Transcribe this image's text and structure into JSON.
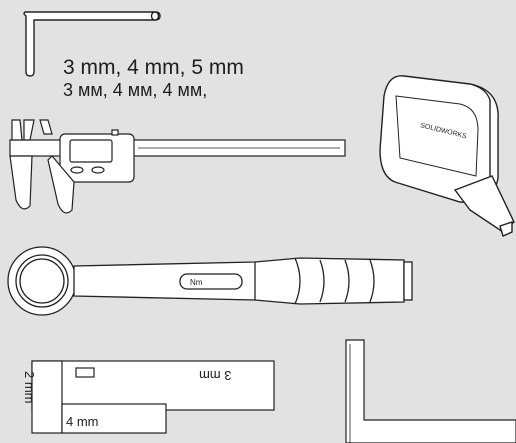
{
  "allen_key": {
    "sizes_en": "3 mm, 4 mm, 5 mm",
    "sizes_ru": "3 мм, 4 мм, 4 мм,"
  },
  "torque_wrench": {
    "unit_label": "Nm"
  },
  "gauge": {
    "label_2mm": "2 mm",
    "label_3mm": "3 mm",
    "label_4mm": "4 mm"
  }
}
